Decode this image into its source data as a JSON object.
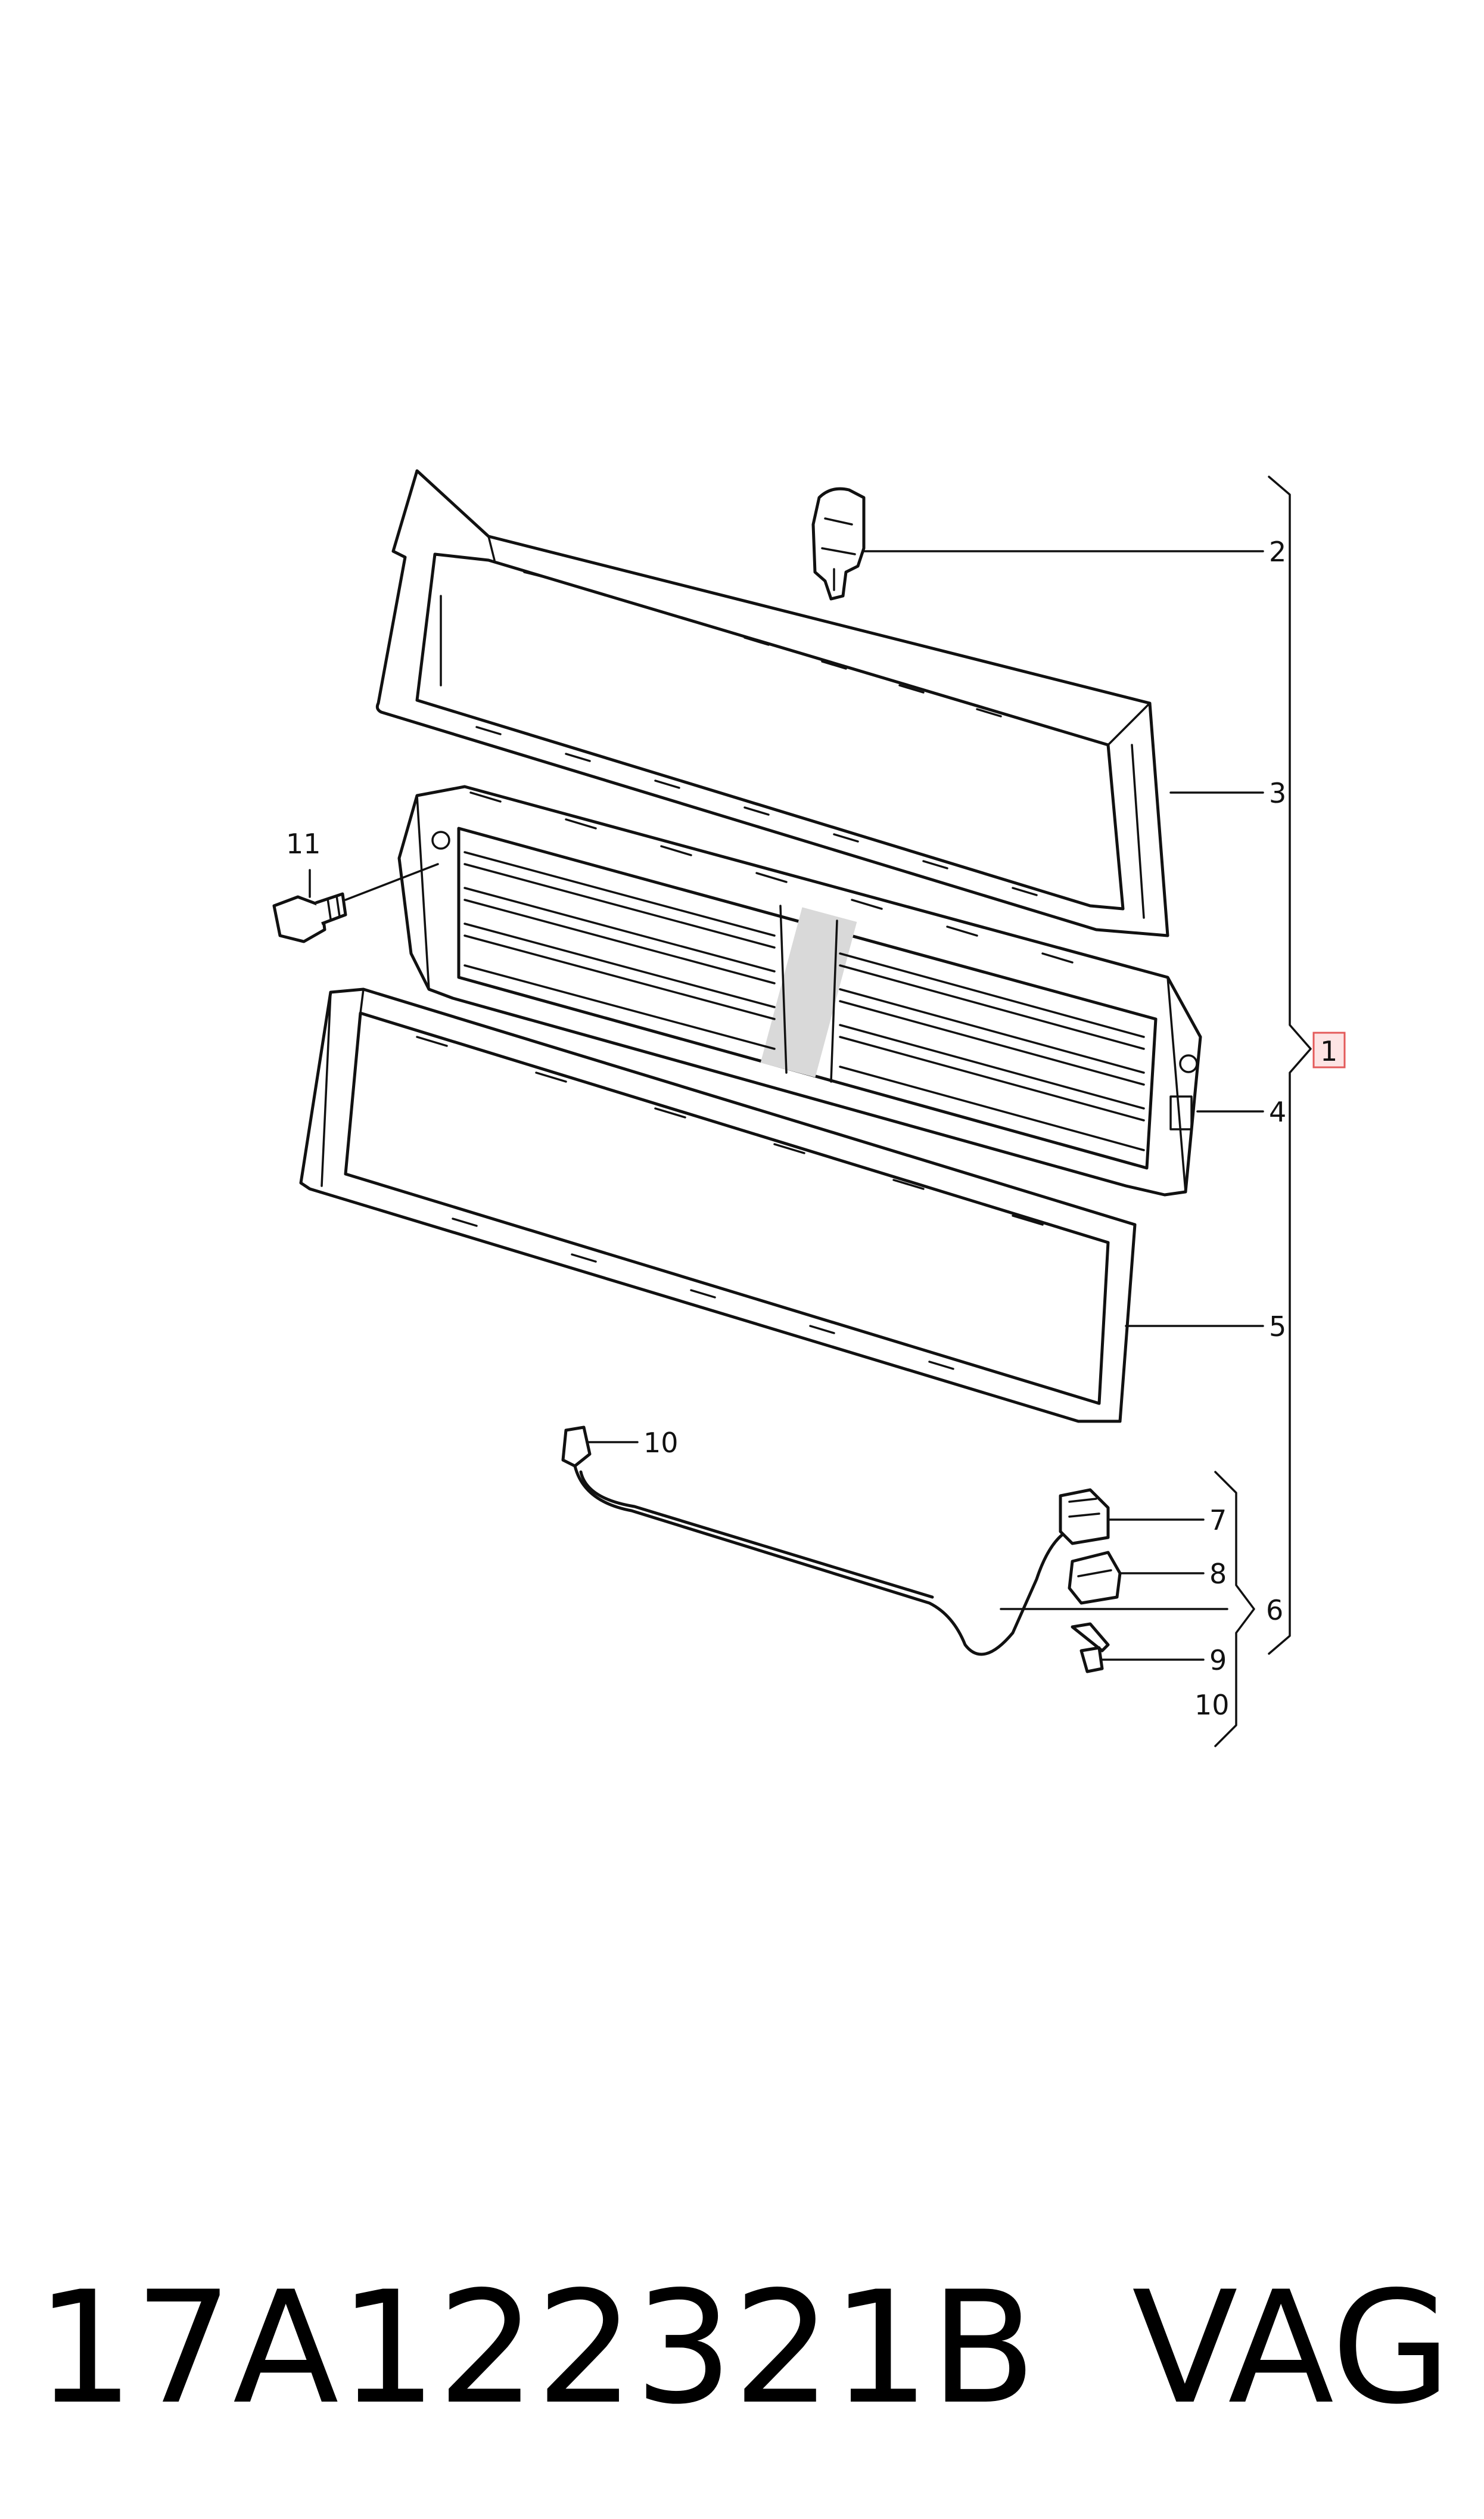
{
  "diagram": {
    "callouts": [
      {
        "id": "1",
        "text": "1"
      },
      {
        "id": "2",
        "text": "2"
      },
      {
        "id": "3",
        "text": "3"
      },
      {
        "id": "4",
        "text": "4"
      },
      {
        "id": "5",
        "text": "5"
      },
      {
        "id": "6",
        "text": "6"
      },
      {
        "id": "7",
        "text": "7"
      },
      {
        "id": "8",
        "text": "8"
      },
      {
        "id": "9",
        "text": "9"
      },
      {
        "id": "10",
        "text": "10"
      },
      {
        "id": "10b",
        "text": "10"
      },
      {
        "id": "11",
        "text": "11"
      }
    ],
    "highlight_color": "#e35a5a"
  },
  "footer": {
    "part_number": "17A122321B",
    "brand": "VAG"
  }
}
